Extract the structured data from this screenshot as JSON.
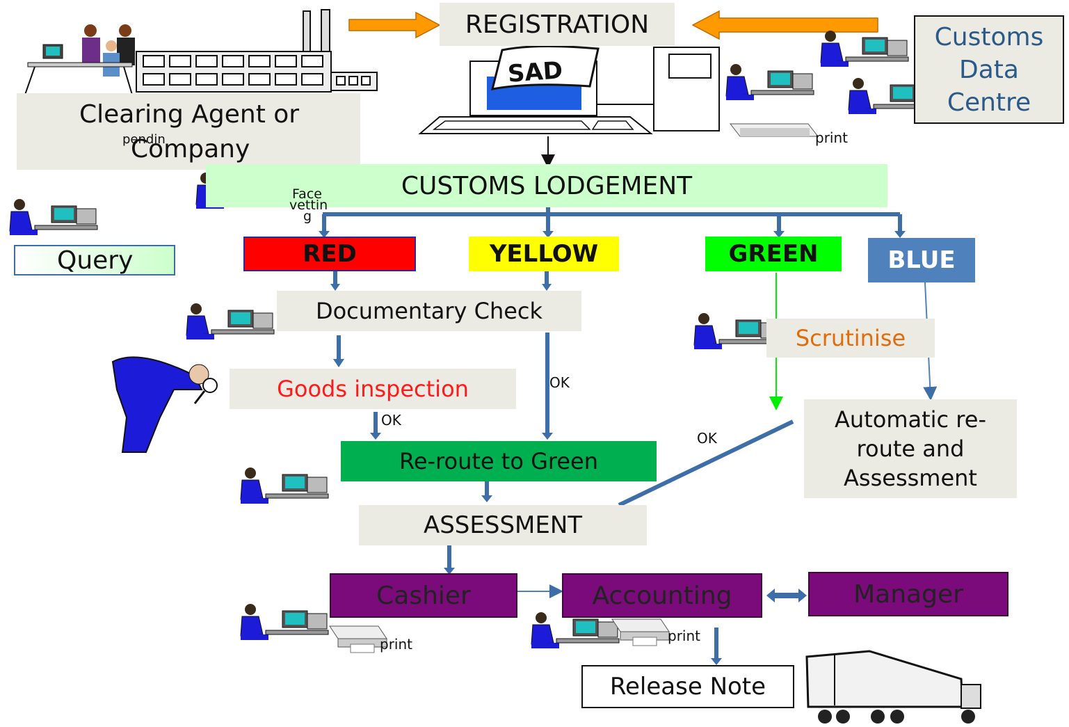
{
  "registration": "REGISTRATION",
  "sad": "SAD",
  "clearing_agent": "Clearing Agent or",
  "company": "Company",
  "pending": "pendin",
  "customs_data_centre": [
    "Customs",
    "Data",
    "Centre"
  ],
  "print_labels": [
    "print",
    "print",
    "print"
  ],
  "lodgement": "CUSTOMS LODGEMENT",
  "face_vetting": [
    "Face",
    "vettin",
    "g"
  ],
  "query": "Query",
  "lanes": {
    "red": "RED",
    "yellow": "YELLOW",
    "green": "GREEN",
    "blue": "BLUE"
  },
  "documentary_check": "Documentary Check",
  "scrutinise": "Scrutinise",
  "goods_inspection": "Goods inspection",
  "ok_labels": [
    "OK",
    "OK",
    "OK"
  ],
  "reroute_green": "Re-route to Green",
  "auto_reroute": [
    "Automatic re-",
    "route and",
    "Assessment"
  ],
  "assessment": "ASSESSMENT",
  "cashier": "Cashier",
  "accounting": "Accounting",
  "manager": "Manager",
  "release_note": "Release Note",
  "colors": {
    "red": "#ff0000",
    "yellow": "#ffff00",
    "green": "#00ff00",
    "blue": "#4f81bd",
    "lodgement": "#ccffcc",
    "reroute": "#00b050",
    "purple": "#7b0b7b",
    "arrow_orange": "#ff9900",
    "arrow_blue": "#3e6ea8"
  }
}
